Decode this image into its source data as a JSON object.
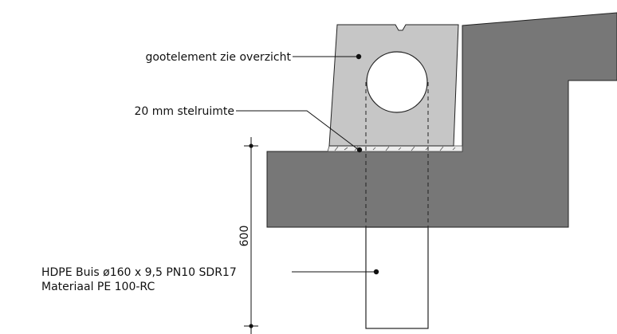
{
  "labels": {
    "gutter": "gootelement zie overzicht",
    "bedding": "20 mm stelruimte",
    "pipe_line1": "HDPE Buis ø160 x 9,5 PN10 SDR17",
    "pipe_line2": "Materiaal PE 100-RC",
    "dimension": "600"
  },
  "colors": {
    "concrete": "#777777",
    "gutter_element": "#c6c6c6",
    "pipe_fill": "#ffffff",
    "lines": "#111111"
  }
}
